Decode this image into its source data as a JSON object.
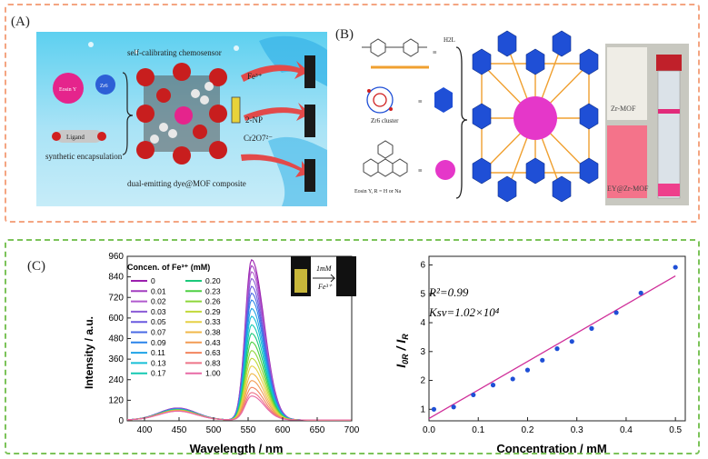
{
  "panels": {
    "a": "(A)",
    "b": "(B)",
    "c": "(C)"
  },
  "panel_a": {
    "title": "self-calibrating chemosensor",
    "eosin_label": "Eosin Y",
    "zr_label": "Zr6",
    "ligand_label": "Ligand",
    "encapsulation": "synthetic encapsulation",
    "composite": "dual-emitting dye@MOF composite",
    "analytes": [
      "Fe³⁺",
      "2-NP",
      "Cr2O7²⁻"
    ]
  },
  "panel_b": {
    "ligand": "H2L",
    "cluster": "Zr6 cluster",
    "eosin": "Eosin Y,  R = H or Na",
    "equiv": "≡",
    "photo_top": "Zr-MOF",
    "photo_bottom": "EY@Zr-MOF"
  },
  "panel_c_inset": {
    "line1": "1mM",
    "line2": "Fe³⁺"
  },
  "chart_data": [
    {
      "type": "line",
      "legend_title": "Concen. of Fe³⁺ (mM)",
      "xlabel": "Wavelength / nm",
      "ylabel": "Intensity / a.u.",
      "xlim": [
        375,
        700
      ],
      "ylim": [
        0,
        960
      ],
      "x_ticks": [
        400,
        450,
        500,
        550,
        600,
        650,
        700
      ],
      "y_ticks": [
        0,
        120,
        240,
        360,
        480,
        600,
        720,
        840,
        960
      ],
      "peaks": {
        "eosin_nm": 555,
        "mof_nm": 448
      },
      "series": [
        {
          "name": "0",
          "color": "#9b1fae",
          "peak": 935,
          "blue_band": 70
        },
        {
          "name": "0.01",
          "color": "#a23ec0",
          "peak": 900,
          "blue_band": 69
        },
        {
          "name": "0.02",
          "color": "#b05acd",
          "peak": 865,
          "blue_band": 68
        },
        {
          "name": "0.03",
          "color": "#8a5ad6",
          "peak": 825,
          "blue_band": 67
        },
        {
          "name": "0.05",
          "color": "#6a5adf",
          "peak": 780,
          "blue_band": 66
        },
        {
          "name": "0.07",
          "color": "#4a6ae4",
          "peak": 740,
          "blue_band": 65
        },
        {
          "name": "0.09",
          "color": "#2a84ea",
          "peak": 700,
          "blue_band": 64
        },
        {
          "name": "0.11",
          "color": "#1ea3e6",
          "peak": 650,
          "blue_band": 63
        },
        {
          "name": "0.13",
          "color": "#18bfd6",
          "peak": 605,
          "blue_band": 62
        },
        {
          "name": "0.17",
          "color": "#14c9b2",
          "peak": 555,
          "blue_band": 61
        },
        {
          "name": "0.20",
          "color": "#1bc97a",
          "peak": 505,
          "blue_band": 60
        },
        {
          "name": "0.23",
          "color": "#4ed043",
          "peak": 455,
          "blue_band": 59
        },
        {
          "name": "0.26",
          "color": "#8ed63a",
          "peak": 405,
          "blue_band": 58
        },
        {
          "name": "0.29",
          "color": "#c2d93a",
          "peak": 360,
          "blue_band": 57
        },
        {
          "name": "0.33",
          "color": "#e6d046",
          "peak": 315,
          "blue_band": 56
        },
        {
          "name": "0.38",
          "color": "#f0b84a",
          "peak": 270,
          "blue_band": 55
        },
        {
          "name": "0.43",
          "color": "#f29c54",
          "peak": 230,
          "blue_band": 54
        },
        {
          "name": "0.63",
          "color": "#f2845e",
          "peak": 190,
          "blue_band": 53
        },
        {
          "name": "0.83",
          "color": "#ee7488",
          "peak": 160,
          "blue_band": 52
        },
        {
          "name": "1.00",
          "color": "#e86aa6",
          "peak": 140,
          "blue_band": 51
        }
      ]
    },
    {
      "type": "scatter",
      "xlabel": "Concentration / mM",
      "ylabel_main": "I",
      "ylabel_num_sub": "0R",
      "ylabel_sep": " / ",
      "ylabel_den_sub": "R",
      "xlim": [
        0,
        0.52
      ],
      "ylim": [
        0.6,
        6.3
      ],
      "x_ticks": [
        0.0,
        0.1,
        0.2,
        0.3,
        0.4,
        0.5
      ],
      "y_ticks": [
        1,
        2,
        3,
        4,
        5,
        6
      ],
      "annotation_r2": "R²=0.99",
      "annotation_ksv": "Ksv=1.02×10⁴",
      "points": [
        {
          "x": 0.01,
          "y": 1.0
        },
        {
          "x": 0.05,
          "y": 1.08
        },
        {
          "x": 0.09,
          "y": 1.5
        },
        {
          "x": 0.13,
          "y": 1.84
        },
        {
          "x": 0.17,
          "y": 2.05
        },
        {
          "x": 0.2,
          "y": 2.36
        },
        {
          "x": 0.23,
          "y": 2.7
        },
        {
          "x": 0.26,
          "y": 3.1
        },
        {
          "x": 0.29,
          "y": 3.35
        },
        {
          "x": 0.33,
          "y": 3.8
        },
        {
          "x": 0.38,
          "y": 4.35
        },
        {
          "x": 0.43,
          "y": 5.03
        },
        {
          "x": 0.5,
          "y": 5.92
        }
      ],
      "fit": {
        "x0": 0.0,
        "y0": 0.68,
        "x1": 0.5,
        "y1": 5.62,
        "color": "#d0309a"
      },
      "point_color": "#1f4fd6"
    }
  ]
}
